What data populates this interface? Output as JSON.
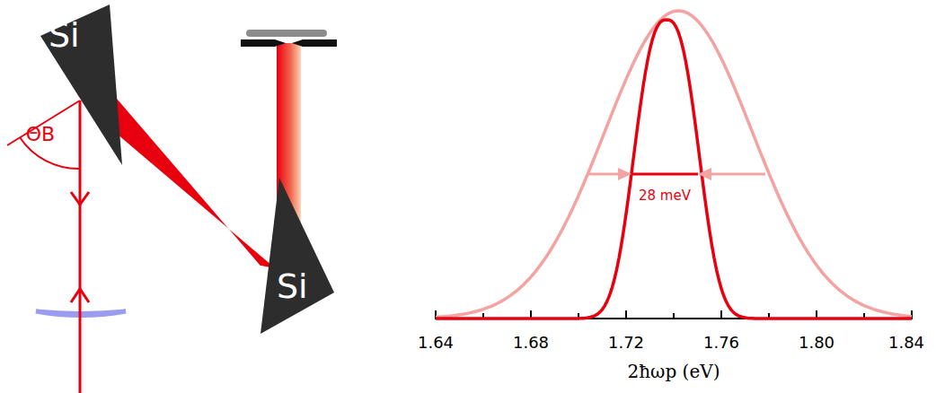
{
  "diagram": {
    "nodes": [
      {
        "text": [
          "Si"
        ]
      },
      {
        "text": [
          "Si"
        ]
      }
    ],
    "edges": [
      {
        "from": 0,
        "to": 1,
        "arrow": "none"
      }
    ],
    "labels": [
      "ΘB",
      "28 meV",
      "1.64",
      "1.68",
      "1.72",
      "1.76",
      "1.80",
      "1.84",
      "2ħωp (eV)"
    ]
  }
}
